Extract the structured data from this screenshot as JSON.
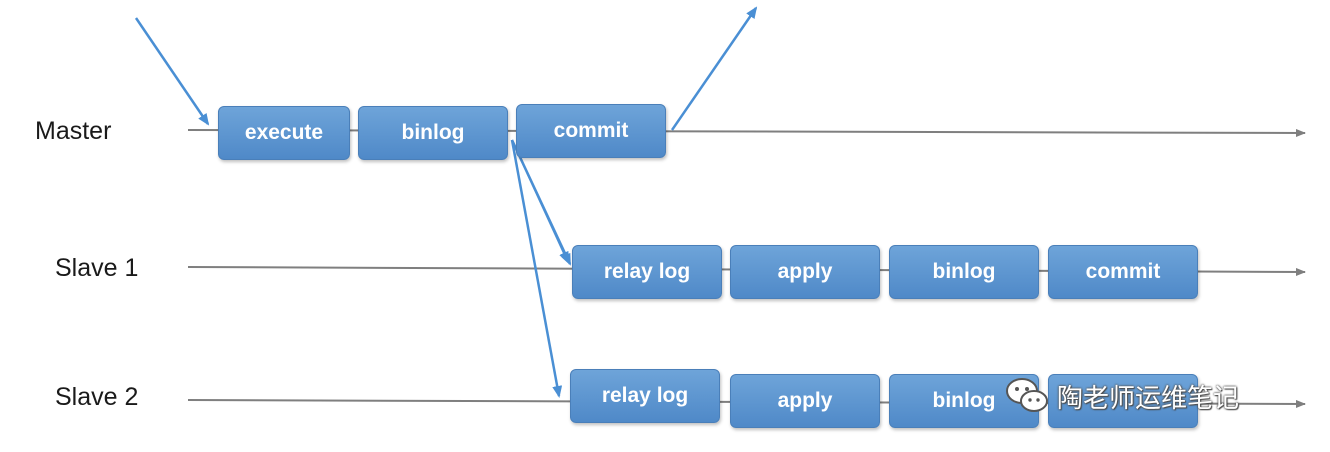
{
  "lanes": {
    "master": "Master",
    "slave1": "Slave 1",
    "slave2": "Slave 2"
  },
  "master_steps": [
    "execute",
    "binlog",
    "commit"
  ],
  "slave1_steps": [
    "relay log",
    "apply",
    "binlog",
    "commit"
  ],
  "slave2_steps": [
    "relay log",
    "apply",
    "binlog",
    ""
  ],
  "watermark": {
    "text": "陶老师运维笔记",
    "icon": "wechat-icon"
  },
  "colors": {
    "box": "#5b93d0",
    "arrow": "#4a8fd4",
    "timeline": "#7f7f7f"
  }
}
